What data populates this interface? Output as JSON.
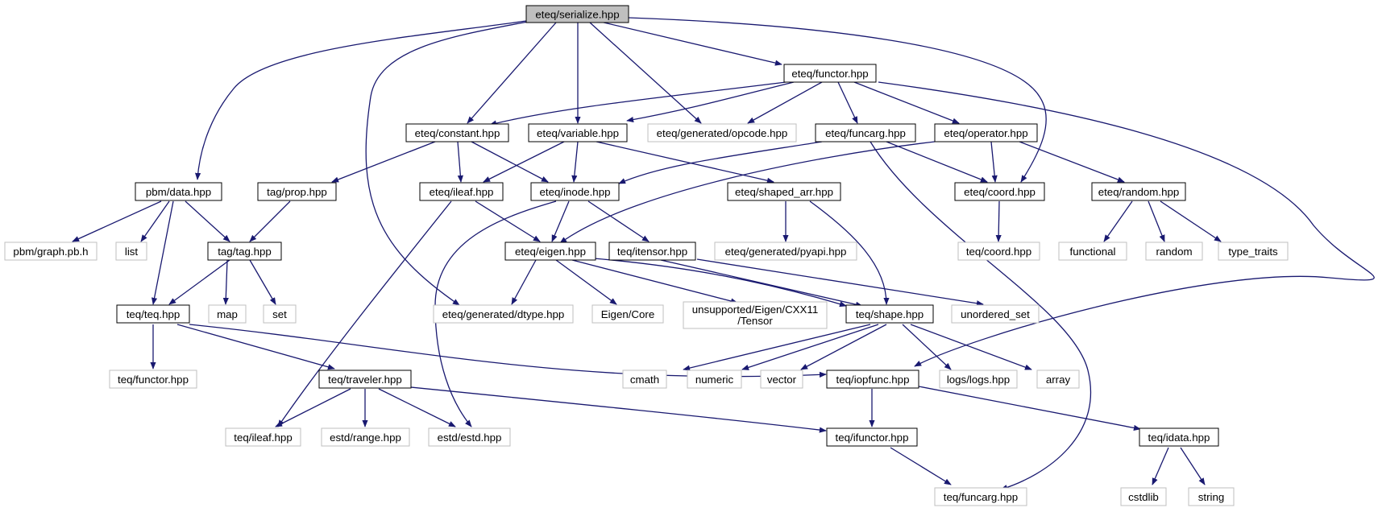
{
  "colors": {
    "edge": "#191970",
    "internal_border": "#000000",
    "external_border": "#bfbfbf",
    "root_fill": "#bfbfbf"
  },
  "nodes": [
    {
      "id": "serialize",
      "label": "eteq/serialize.hpp",
      "kind": "root"
    },
    {
      "id": "functor",
      "label": "eteq/functor.hpp",
      "kind": "internal"
    },
    {
      "id": "constant",
      "label": "eteq/constant.hpp",
      "kind": "internal"
    },
    {
      "id": "variable",
      "label": "eteq/variable.hpp",
      "kind": "internal"
    },
    {
      "id": "opcode",
      "label": "eteq/generated/opcode.hpp",
      "kind": "external"
    },
    {
      "id": "funcarg",
      "label": "eteq/funcarg.hpp",
      "kind": "internal"
    },
    {
      "id": "operator",
      "label": "eteq/operator.hpp",
      "kind": "internal"
    },
    {
      "id": "pbmdata",
      "label": "pbm/data.hpp",
      "kind": "internal"
    },
    {
      "id": "prop",
      "label": "tag/prop.hpp",
      "kind": "internal"
    },
    {
      "id": "ileaf",
      "label": "eteq/ileaf.hpp",
      "kind": "internal"
    },
    {
      "id": "inode",
      "label": "eteq/inode.hpp",
      "kind": "internal"
    },
    {
      "id": "shapedarr",
      "label": "eteq/shaped_arr.hpp",
      "kind": "internal"
    },
    {
      "id": "coord",
      "label": "eteq/coord.hpp",
      "kind": "internal"
    },
    {
      "id": "random",
      "label": "eteq/random.hpp",
      "kind": "internal"
    },
    {
      "id": "graphpb",
      "label": "pbm/graph.pb.h",
      "kind": "external"
    },
    {
      "id": "list",
      "label": "list",
      "kind": "external"
    },
    {
      "id": "tag",
      "label": "tag/tag.hpp",
      "kind": "internal"
    },
    {
      "id": "eigen",
      "label": "eteq/eigen.hpp",
      "kind": "internal"
    },
    {
      "id": "itensor",
      "label": "teq/itensor.hpp",
      "kind": "internal"
    },
    {
      "id": "pyapi",
      "label": "eteq/generated/pyapi.hpp",
      "kind": "external"
    },
    {
      "id": "teqcoord",
      "label": "teq/coord.hpp",
      "kind": "external"
    },
    {
      "id": "functional",
      "label": "functional",
      "kind": "external"
    },
    {
      "id": "randomlib",
      "label": "random",
      "kind": "external"
    },
    {
      "id": "typetraits",
      "label": "type_traits",
      "kind": "external"
    },
    {
      "id": "teq",
      "label": "teq/teq.hpp",
      "kind": "internal"
    },
    {
      "id": "map",
      "label": "map",
      "kind": "external"
    },
    {
      "id": "set",
      "label": "set",
      "kind": "external"
    },
    {
      "id": "dtype",
      "label": "eteq/generated/dtype.hpp",
      "kind": "external"
    },
    {
      "id": "eigencore",
      "label": "Eigen/Core",
      "kind": "external"
    },
    {
      "id": "cxx11",
      "label": "unsupported/Eigen/CXX11",
      "label2": "/Tensor",
      "kind": "external"
    },
    {
      "id": "shape",
      "label": "teq/shape.hpp",
      "kind": "internal"
    },
    {
      "id": "unorderedset",
      "label": "unordered_set",
      "kind": "external"
    },
    {
      "id": "teqfunctor",
      "label": "teq/functor.hpp",
      "kind": "external"
    },
    {
      "id": "traveler",
      "label": "teq/traveler.hpp",
      "kind": "internal"
    },
    {
      "id": "cmath",
      "label": "cmath",
      "kind": "external"
    },
    {
      "id": "numeric",
      "label": "numeric",
      "kind": "external"
    },
    {
      "id": "vector",
      "label": "vector",
      "kind": "external"
    },
    {
      "id": "iopfunc",
      "label": "teq/iopfunc.hpp",
      "kind": "internal"
    },
    {
      "id": "logs",
      "label": "logs/logs.hpp",
      "kind": "external"
    },
    {
      "id": "array",
      "label": "array",
      "kind": "external"
    },
    {
      "id": "teqileaf",
      "label": "teq/ileaf.hpp",
      "kind": "external"
    },
    {
      "id": "estdrange",
      "label": "estd/range.hpp",
      "kind": "external"
    },
    {
      "id": "estd",
      "label": "estd/estd.hpp",
      "kind": "external"
    },
    {
      "id": "ifunctor",
      "label": "teq/ifunctor.hpp",
      "kind": "internal"
    },
    {
      "id": "idata",
      "label": "teq/idata.hpp",
      "kind": "internal"
    },
    {
      "id": "teqfuncarg",
      "label": "teq/funcarg.hpp",
      "kind": "external"
    },
    {
      "id": "cstdlib",
      "label": "cstdlib",
      "kind": "external"
    },
    {
      "id": "string",
      "label": "string",
      "kind": "external"
    }
  ]
}
